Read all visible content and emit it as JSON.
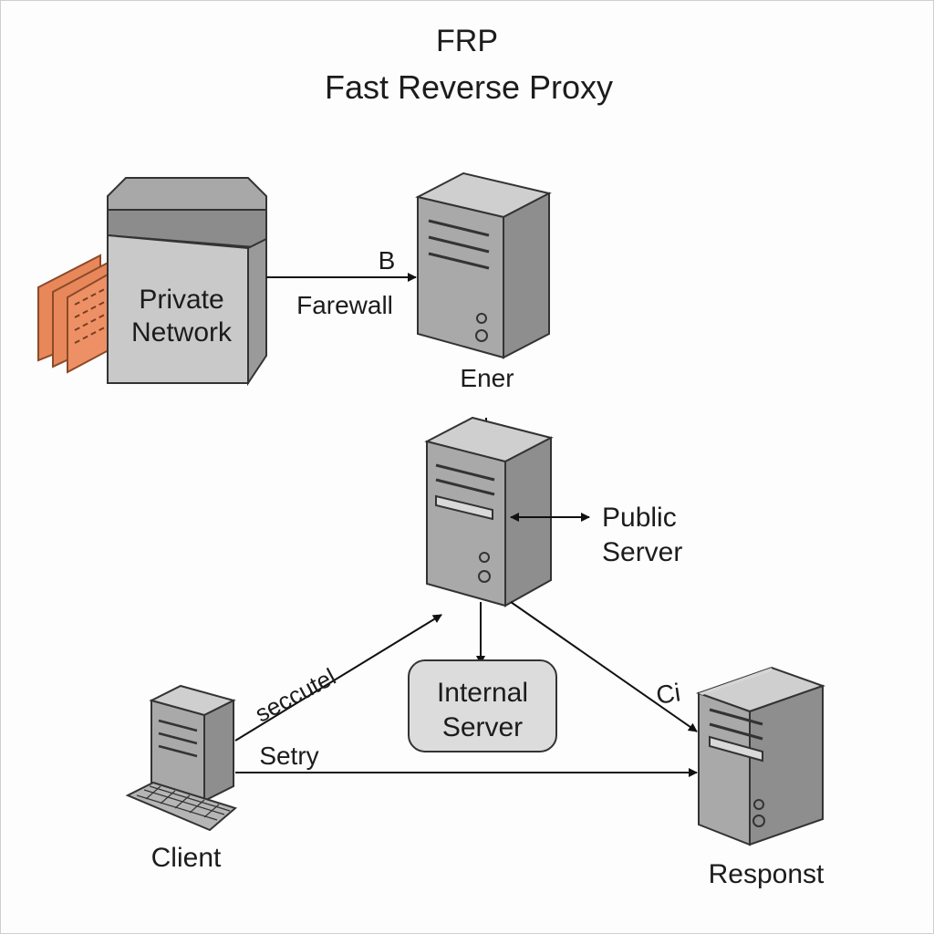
{
  "title": {
    "line1": "FRP",
    "line2": "Fast Reverse Proxy"
  },
  "nodes": {
    "private_network": {
      "line1": "Private",
      "line2": "Network"
    },
    "top_server_caption": "Ener",
    "public_server": {
      "line1": "Public",
      "line2": "Server"
    },
    "internal_server": {
      "line1": "Internal",
      "line2": "Server"
    },
    "client": "Client",
    "response_server": "Responst"
  },
  "edges": {
    "private_to_server_top": "B",
    "private_to_server_bottom": "Farewall",
    "client_to_public": "seccutel",
    "client_to_response": "Setry",
    "public_to_response": "Ci"
  },
  "colors": {
    "server_front": "#a9a9a9",
    "server_top": "#cfcfcf",
    "server_side": "#8e8e8e",
    "outline": "#333333",
    "firewall": "#e8875a",
    "internal_box": "#dcdcdc"
  }
}
